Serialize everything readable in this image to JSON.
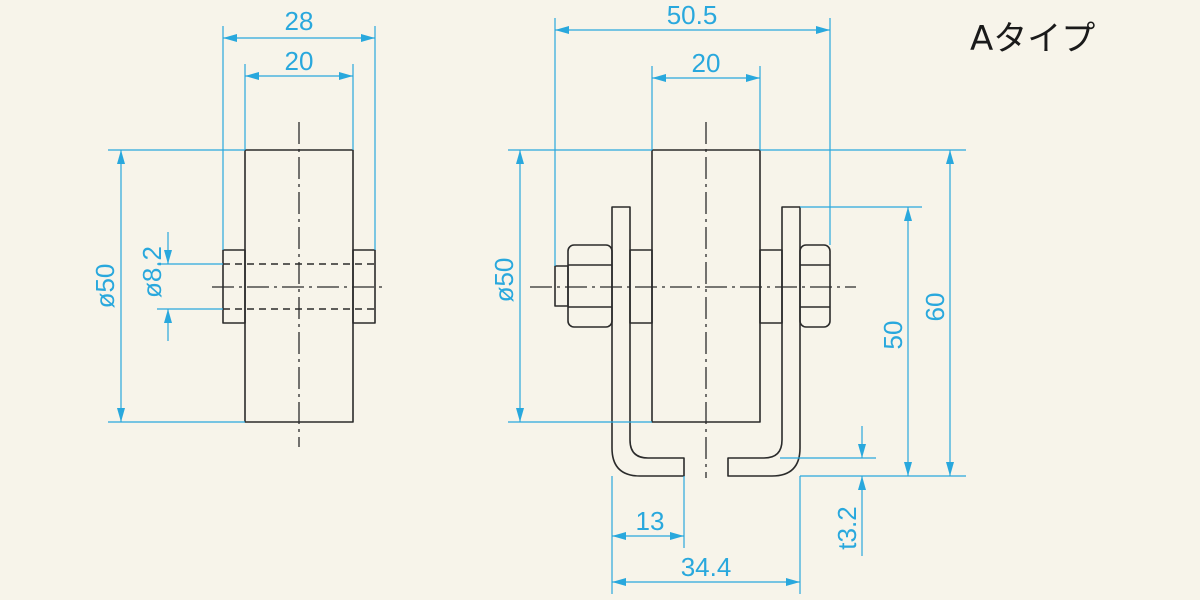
{
  "title": "Aタイプ",
  "colors": {
    "background": "#f7f4ea",
    "outline": "#2b2b2b",
    "dimension": "#29a8dd"
  },
  "side_view": {
    "width_overall": "28",
    "width_wheel": "20",
    "diameter_wheel": "ø50",
    "diameter_hole": "ø8.2"
  },
  "front_view": {
    "width_overall": "50.5",
    "width_wheel": "20",
    "diameter_wheel": "ø50",
    "height_50": "50",
    "height_60": "60",
    "bracket_gap": "13",
    "bracket_width": "34.4",
    "thickness": "t3.2"
  }
}
